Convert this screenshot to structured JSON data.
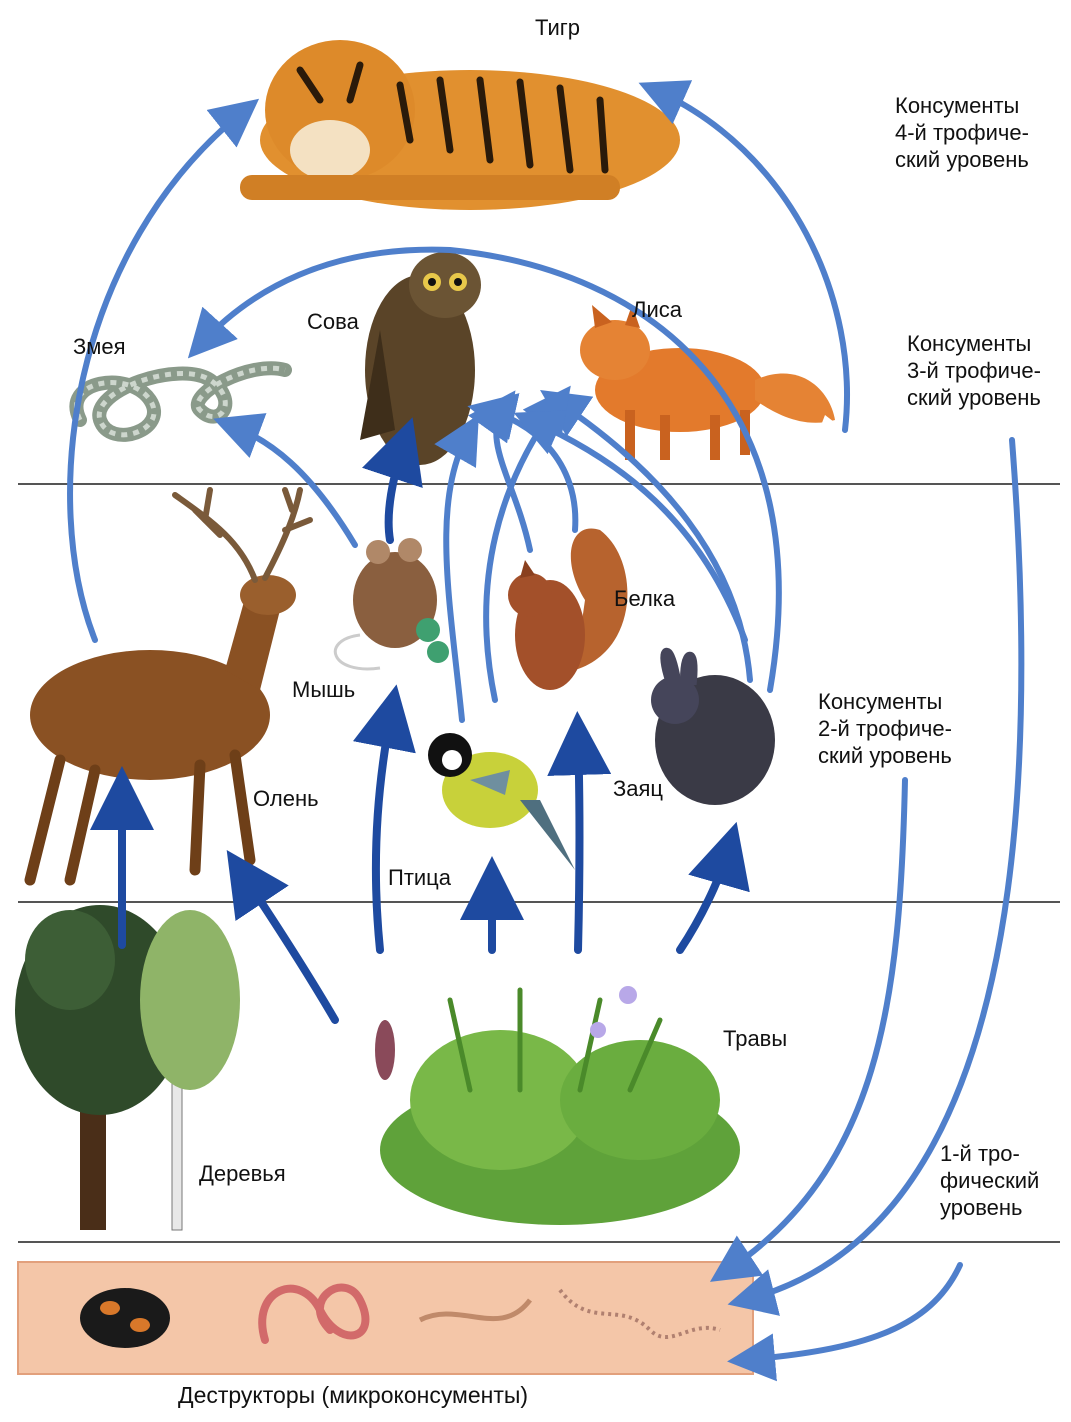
{
  "colors": {
    "arrow_dark": "#1e4aa0",
    "arrow_light": "#5b88cf",
    "level_line": "#555555",
    "soil": "#f4c6a8"
  },
  "organisms": {
    "tiger": "Тигр",
    "snake": "Змея",
    "owl": "Сова",
    "fox": "Лиса",
    "mouse": "Мышь",
    "squirrel": "Белка",
    "deer": "Олень",
    "hare": "Заяц",
    "bird": "Птица",
    "grasses": "Травы",
    "trees": "Деревья"
  },
  "levels": {
    "level4": [
      "Консументы",
      "4-й трофиче-",
      "ский уровень"
    ],
    "level3": [
      "Консументы",
      "3-й трофиче-",
      "ский уровень"
    ],
    "level2": [
      "Консументы",
      "2-й трофиче-",
      "ский уровень"
    ],
    "level1": [
      "1-й тро-",
      "фический",
      "уровень"
    ]
  },
  "decomposers": "Деструкторы (микроконсументы)"
}
